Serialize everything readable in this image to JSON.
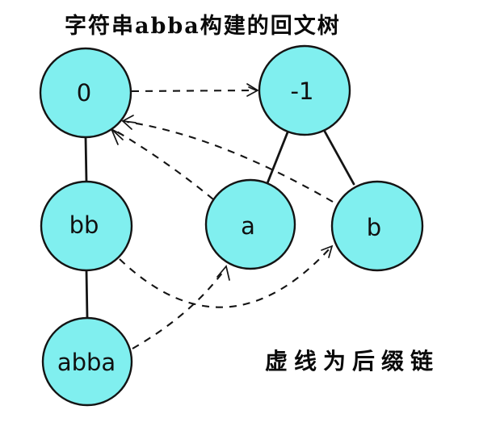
{
  "title": {
    "text": "字符串abba构建的回文树"
  },
  "legend": {
    "text": "虚线为后缀链"
  },
  "colors": {
    "node_fill": "#80EFEF",
    "line": "#141414",
    "background": "#ffffff"
  },
  "nodes": [
    {
      "id": "0",
      "label": "0"
    },
    {
      "id": "-1",
      "label": "-1"
    },
    {
      "id": "bb",
      "label": "bb"
    },
    {
      "id": "a",
      "label": "a"
    },
    {
      "id": "b",
      "label": "b"
    },
    {
      "id": "abba",
      "label": "abba"
    }
  ],
  "edges": {
    "tree": [
      {
        "from": "0",
        "to": "bb"
      },
      {
        "from": "bb",
        "to": "abba"
      },
      {
        "from": "-1",
        "to": "a"
      },
      {
        "from": "-1",
        "to": "b"
      }
    ],
    "suffix_links": [
      {
        "from": "0",
        "to": "-1"
      },
      {
        "from": "a",
        "to": "0"
      },
      {
        "from": "b",
        "to": "0"
      },
      {
        "from": "bb",
        "to": "b"
      },
      {
        "from": "abba",
        "to": "a"
      }
    ]
  }
}
